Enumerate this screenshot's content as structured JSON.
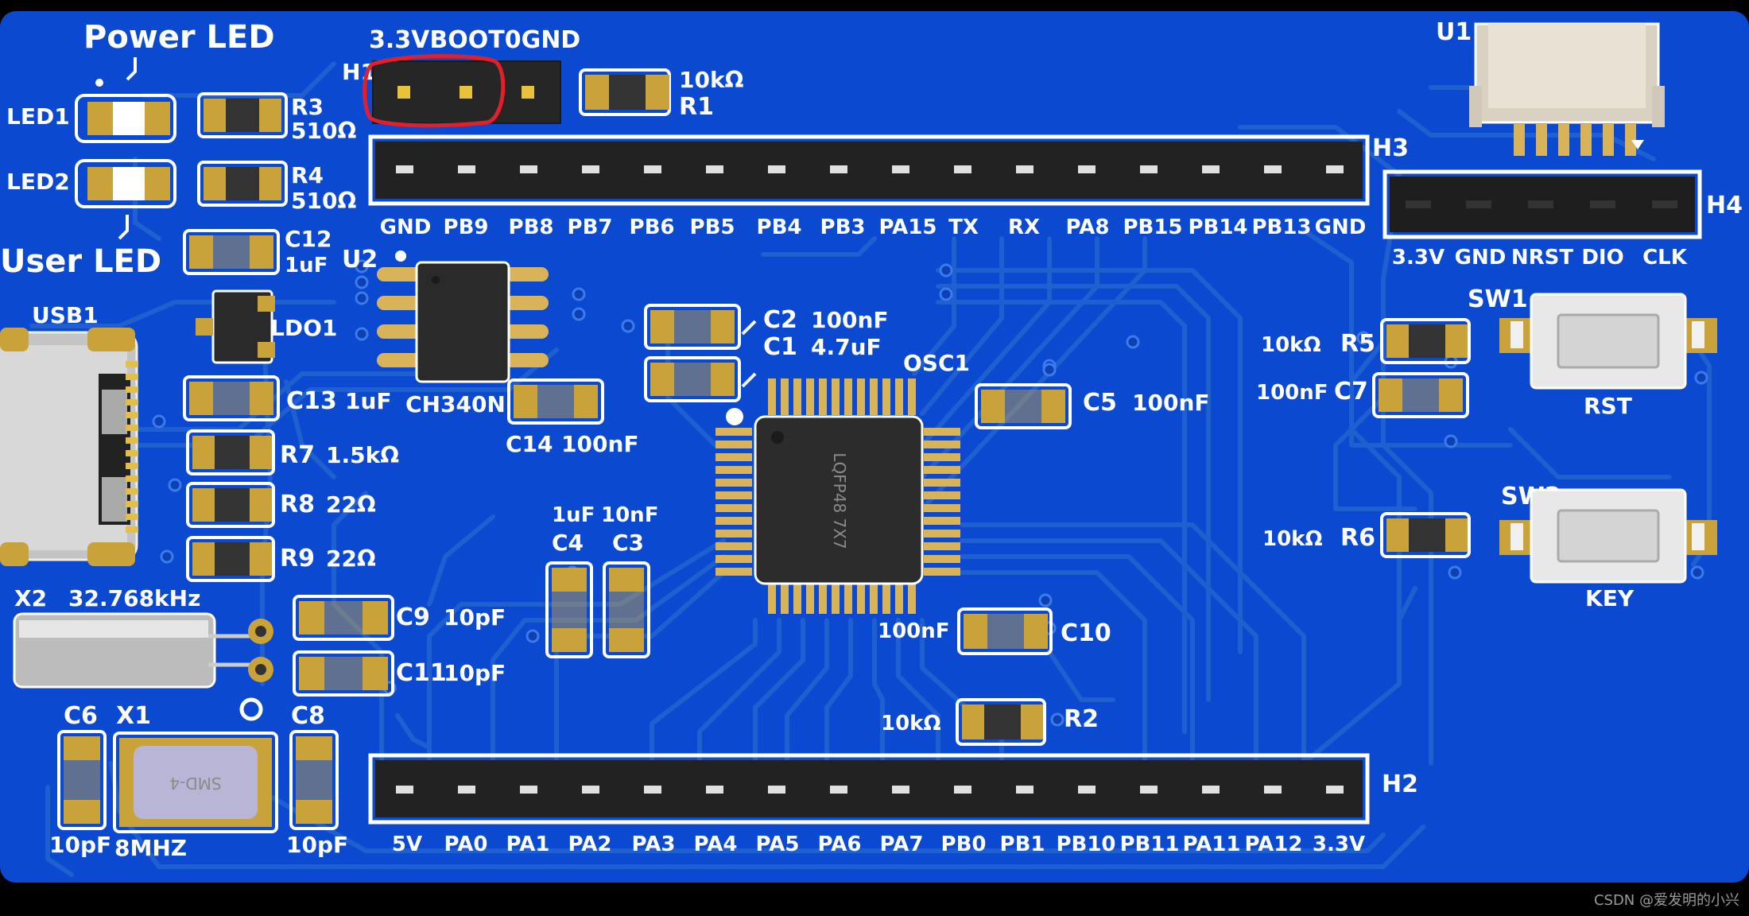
{
  "board_labels": {
    "power_led": "Power LED",
    "user_led": "User LED",
    "led1": "LED1",
    "led2": "LED2",
    "r3": "R3",
    "r3_val": "510Ω",
    "r4": "R4",
    "r4_val": "510Ω",
    "c12": "C12",
    "c12_val": "1uF",
    "usb1": "USB1",
    "ldo1": "LDO1",
    "c13": "C13",
    "c13_val": "1uF",
    "r7": "R7",
    "r7_val": "1.5kΩ",
    "r8": "R8",
    "r8_val": "22Ω",
    "r9": "R9",
    "r9_val": "22Ω",
    "x2": "X2",
    "x2_val": "32.768kHz",
    "c9": "C9",
    "c9_val": "10pF",
    "c11": "C11",
    "c11_val": "10pF",
    "c6": "C6",
    "c6_val": "10pF",
    "x1": "X1",
    "x1_val": "8MHZ",
    "x1_pkg": "SMD-4",
    "c8": "C8",
    "c8_val": "10pF",
    "h1": "H1",
    "h1_pins": "3.3VBOOT0GND",
    "r1": "R1",
    "r1_val": "10kΩ",
    "u2": "U2",
    "ch340n": "CH340N",
    "c14": "C14",
    "c14_val": "100nF",
    "c2": "C2",
    "c2_val": "100nF",
    "c1": "C1",
    "c1_val": "4.7uF",
    "osc1": "OSC1",
    "c5": "C5",
    "c5_val": "100nF",
    "mcu_pkg": "LQFP48 7X7",
    "c4": "C4",
    "c4_val": "1uF",
    "c3": "C3",
    "c3_val": "10nF",
    "c10": "C10",
    "c10_val": "100nF",
    "r2": "R2",
    "r2_val": "10kΩ",
    "h3": "H3",
    "h3_pins": [
      "GND",
      "PB9",
      "PB8",
      "PB7",
      "PB6",
      "PB5",
      "PB4",
      "PB3",
      "PA15",
      "TX",
      "RX",
      "PA8",
      "PB15",
      "PB14",
      "PB13",
      "GND"
    ],
    "h2": "H2",
    "h2_pins": [
      "5V",
      "PA0",
      "PA1",
      "PA2",
      "PA3",
      "PA4",
      "PA5",
      "PA6",
      "PA7",
      "PB0",
      "PB1",
      "PB10",
      "PB11",
      "PA11",
      "PA12",
      "3.3V"
    ],
    "u1": "U1",
    "h4": "H4",
    "h4_pins": [
      "3.3V",
      "GND",
      "NRST",
      "DIO",
      "CLK"
    ],
    "sw1": "SW1",
    "rst": "RST",
    "r5": "R5",
    "r5_val": "10kΩ",
    "c7": "C7",
    "c7_val": "100nF",
    "sw2": "SW2",
    "key": "KEY",
    "r6": "R6",
    "r6_val": "10kΩ"
  },
  "watermark": "CSDN @爱发明的小兴",
  "colors": {
    "board": "#0b4ad0",
    "trace": "#1f5fcf",
    "silkscreen": "#ffffff",
    "annotation": "#e0202a",
    "pad": "#c9a23a"
  }
}
